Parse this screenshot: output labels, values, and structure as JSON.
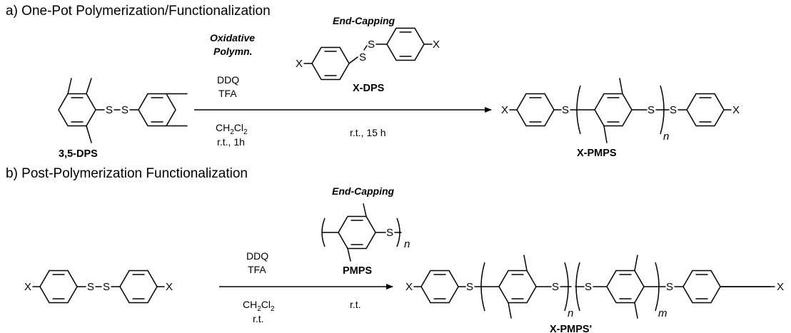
{
  "part_a": {
    "heading": "a) One-Pot Polymerization/Functionalization",
    "oxidative_line1": "Oxidative",
    "oxidative_line2": "Polymn.",
    "reagent1": "DDQ",
    "reagent2": "TFA",
    "solvent_main": "CH",
    "solvent_sub": "2",
    "solvent_tail": "Cl",
    "solvent_sub2": "2",
    "time1": "r.t., 1h",
    "endcap_title": "End-Capping",
    "endcap_reagent": "X-DPS",
    "endcap_conditions": "r.t., 15 h",
    "start_material": "3,5-DPS",
    "product": "X-PMPS"
  },
  "part_b": {
    "heading": "b) Post-Polymerization Functionalization",
    "reagent1": "DDQ",
    "reagent2": "TFA",
    "solvent_main": "CH",
    "solvent_sub": "2",
    "solvent_tail": "Cl",
    "solvent_sub2": "2",
    "temp": "r.t.",
    "endcap_title": "End-Capping",
    "endcap_reagent": "PMPS",
    "endcap_conditions": "r.t.",
    "product": "X-PMPS'"
  },
  "atoms": {
    "X": "X",
    "S": "S",
    "n": "n",
    "m": "m"
  }
}
